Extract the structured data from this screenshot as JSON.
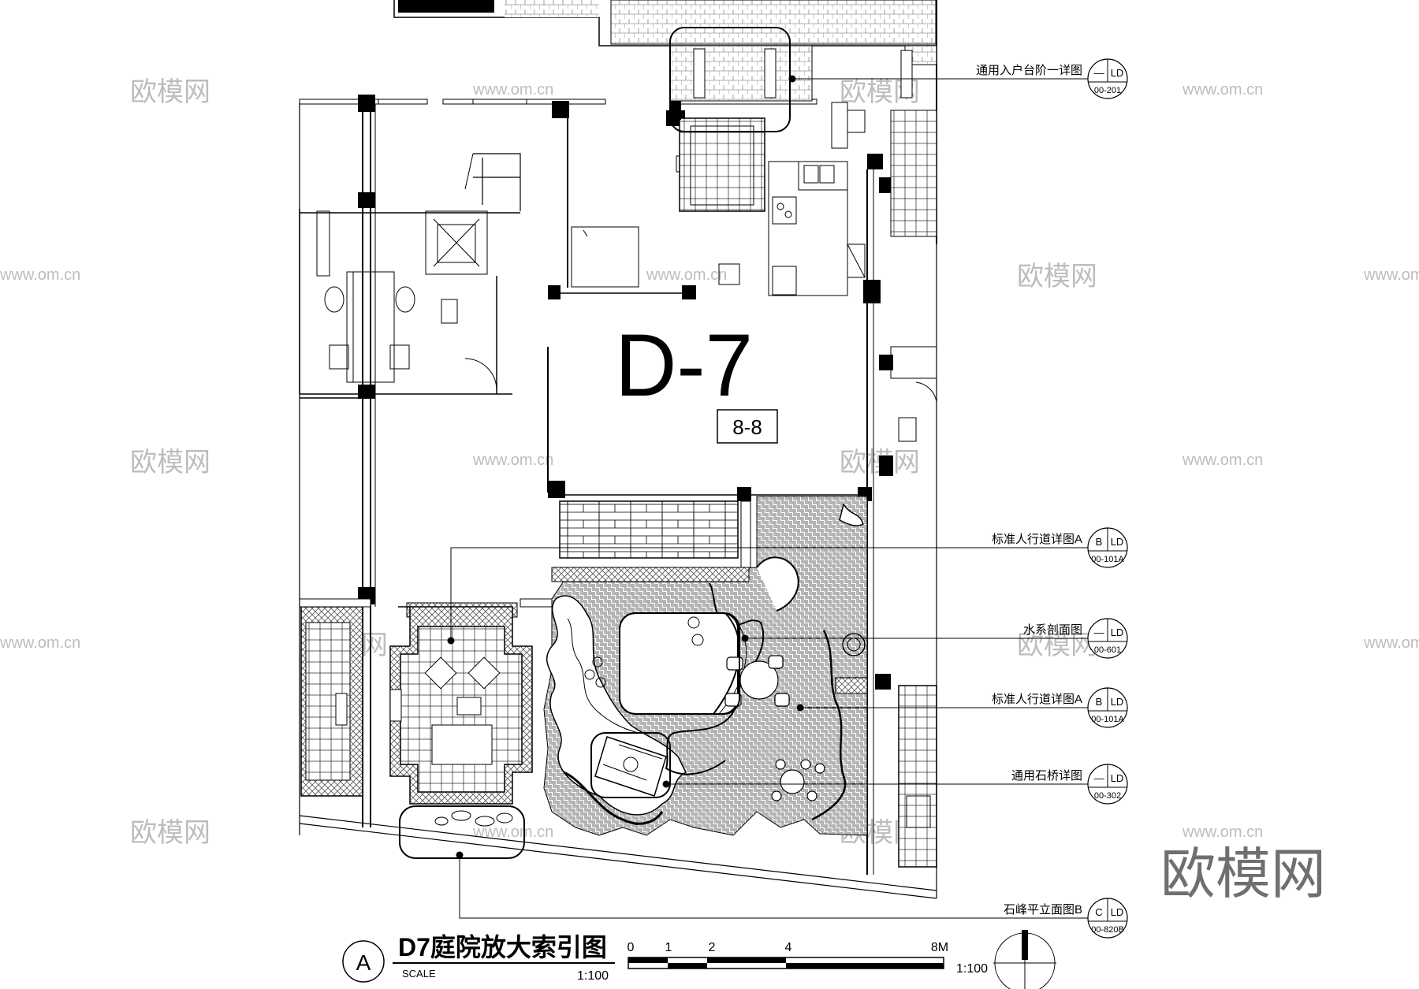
{
  "plan": {
    "unit_label": "D-7",
    "section_mark": "8-8",
    "title": "D7庭院放大索引图",
    "title_marker": "A",
    "scale_caption": "SCALE",
    "scale_value": "1:100",
    "scale_bar": {
      "ticks": [
        "0",
        "1",
        "2",
        "4",
        "8M"
      ],
      "ratio": "1:100"
    }
  },
  "callouts": [
    {
      "label": "通用入户台阶一详图",
      "top": "—",
      "ref": "LD",
      "sheet": "00-201"
    },
    {
      "label": "标准人行道详图A",
      "top": "B",
      "ref": "LD",
      "sheet": "00-101A"
    },
    {
      "label": "水系剖面图",
      "top": "—",
      "ref": "LD",
      "sheet": "00-601"
    },
    {
      "label": "标准人行道详图A",
      "top": "B",
      "ref": "LD",
      "sheet": "00-101A"
    },
    {
      "label": "通用石桥详图",
      "top": "—",
      "ref": "LD",
      "sheet": "00-302"
    },
    {
      "label": "石峰平立面图B",
      "top": "C",
      "ref": "LD",
      "sheet": "00-820B"
    }
  ],
  "watermark": {
    "brand": "欧模网",
    "url": "www.om.cn",
    "corner": "欧模网"
  },
  "icons": {
    "north_arrow": "north-arrow-icon"
  }
}
